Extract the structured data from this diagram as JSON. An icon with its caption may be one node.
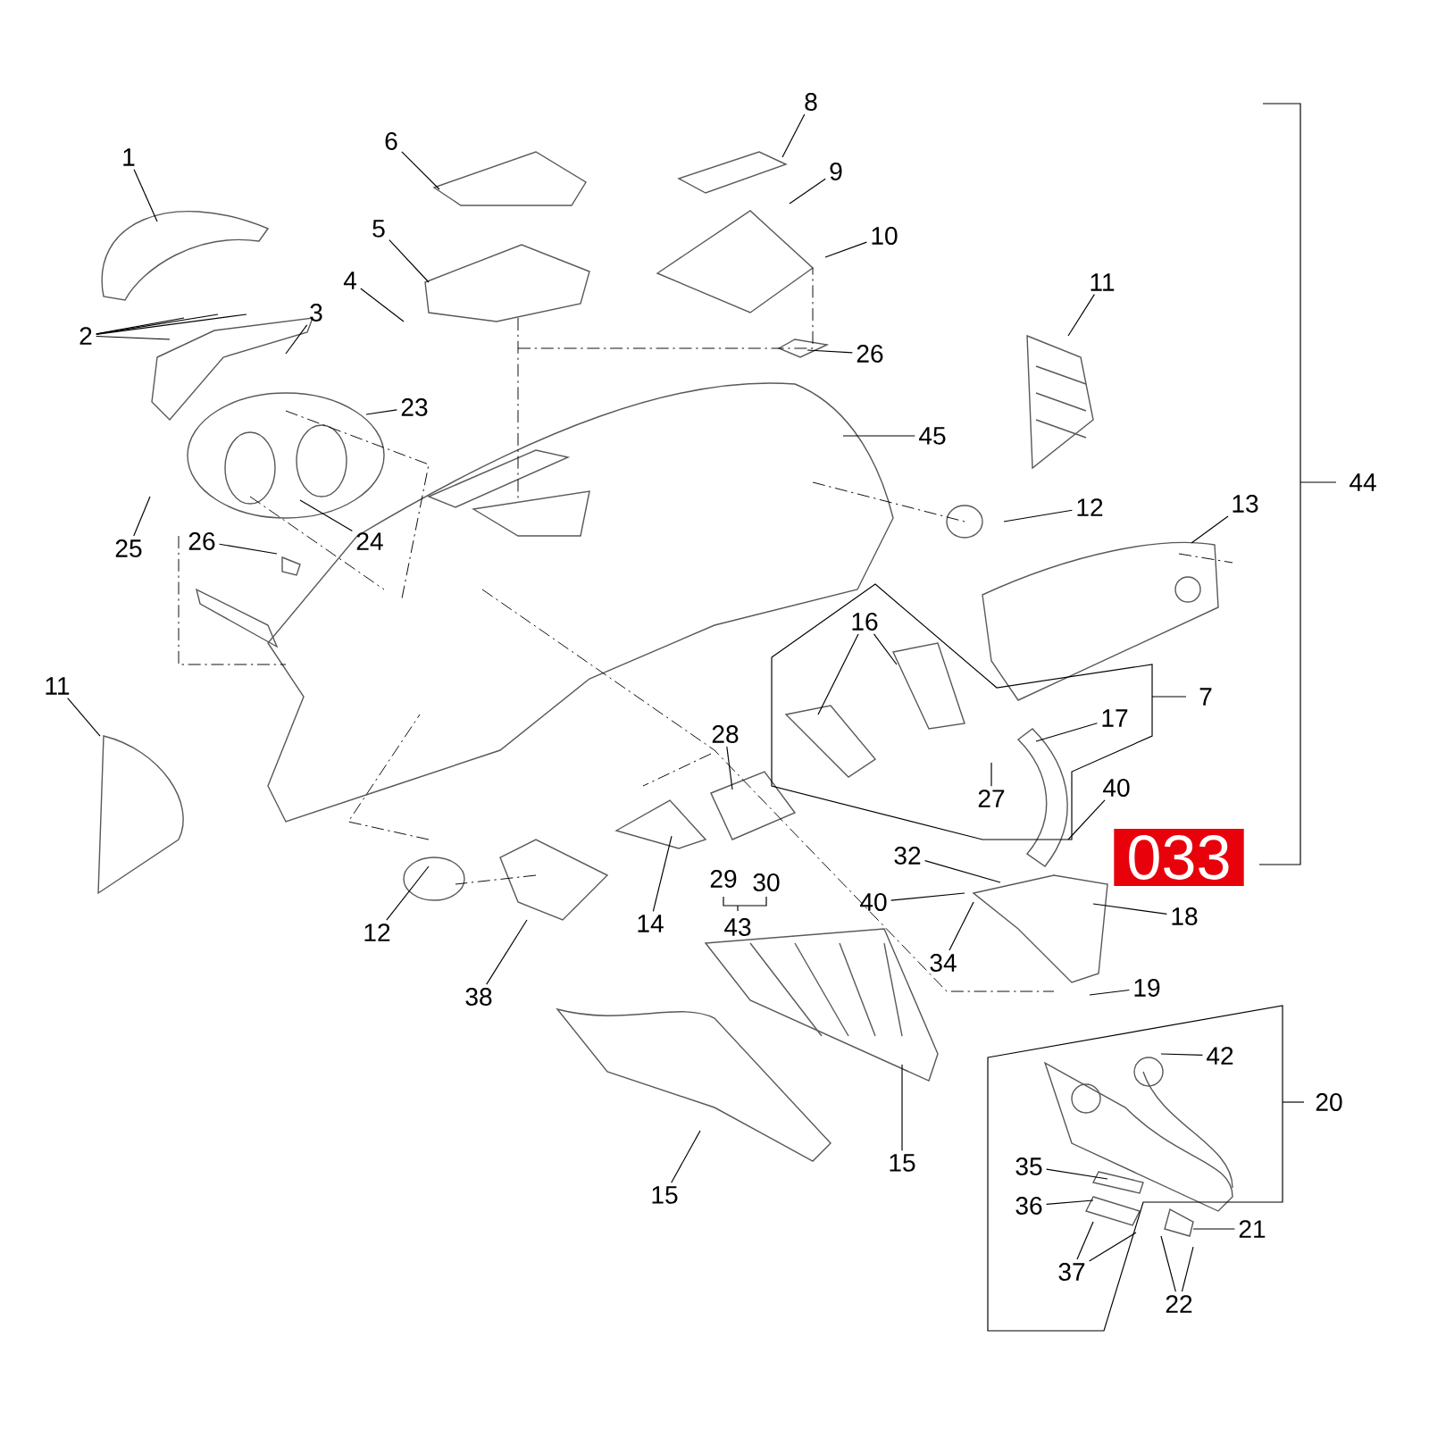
{
  "diagram": {
    "nodes": [
      {
        "text": [
          "1"
        ]
      },
      {
        "text": [
          "2"
        ]
      },
      {
        "text": [
          "3"
        ]
      },
      {
        "text": [
          "4"
        ]
      },
      {
        "text": [
          "5"
        ]
      },
      {
        "text": [
          "6"
        ]
      },
      {
        "text": [
          "8"
        ]
      },
      {
        "text": [
          "9"
        ]
      },
      {
        "text": [
          "10"
        ]
      },
      {
        "text": [
          "26"
        ]
      },
      {
        "text": [
          "23"
        ]
      },
      {
        "text": [
          "45"
        ]
      },
      {
        "text": [
          "11"
        ]
      },
      {
        "text": [
          "25"
        ]
      },
      {
        "text": [
          "24"
        ]
      },
      {
        "text": [
          "26"
        ]
      },
      {
        "text": [
          "12"
        ]
      },
      {
        "text": [
          "13"
        ]
      },
      {
        "text": [
          "16"
        ]
      },
      {
        "text": [
          "17"
        ]
      },
      {
        "text": [
          "28"
        ]
      },
      {
        "text": [
          "40"
        ]
      },
      {
        "text": [
          "27"
        ]
      },
      {
        "text": [
          "32"
        ]
      },
      {
        "text": [
          "40"
        ]
      },
      {
        "text": [
          "18"
        ]
      },
      {
        "text": [
          "34"
        ]
      },
      {
        "text": [
          "19"
        ]
      },
      {
        "text": [
          "12"
        ]
      },
      {
        "text": [
          "14"
        ]
      },
      {
        "text": [
          "38"
        ]
      },
      {
        "text": [
          "15"
        ]
      },
      {
        "text": [
          "15"
        ]
      },
      {
        "text": [
          "42"
        ]
      },
      {
        "text": [
          "35"
        ]
      },
      {
        "text": [
          "36"
        ]
      },
      {
        "text": [
          "21"
        ]
      },
      {
        "text": [
          "37"
        ]
      },
      {
        "text": [
          "22"
        ]
      },
      {
        "text": [
          "11"
        ]
      },
      {
        "text": [
          "033"
        ]
      }
    ],
    "edges": [
      {
        "from": 0,
        "to": null,
        "arrow": "none"
      },
      {
        "from": 1,
        "to": null,
        "arrow": "none"
      },
      {
        "from": 1,
        "to": null,
        "arrow": "none"
      },
      {
        "from": 1,
        "to": null,
        "arrow": "none"
      },
      {
        "from": 1,
        "to": null,
        "arrow": "none"
      },
      {
        "from": 2,
        "to": null,
        "arrow": "none"
      },
      {
        "from": 3,
        "to": null,
        "arrow": "none"
      },
      {
        "from": 4,
        "to": null,
        "arrow": "none"
      },
      {
        "from": 5,
        "to": null,
        "arrow": "none"
      },
      {
        "from": 6,
        "to": null,
        "arrow": "none"
      },
      {
        "from": 7,
        "to": null,
        "arrow": "none"
      },
      {
        "from": 8,
        "to": null,
        "arrow": "none"
      },
      {
        "from": 9,
        "to": null,
        "arrow": "none"
      },
      {
        "from": 10,
        "to": null,
        "arrow": "none"
      },
      {
        "from": 11,
        "to": null,
        "arrow": "none"
      },
      {
        "from": 12,
        "to": null,
        "arrow": "none"
      },
      {
        "from": 13,
        "to": null,
        "arrow": "none"
      },
      {
        "from": 14,
        "to": null,
        "arrow": "none"
      },
      {
        "from": 15,
        "to": null,
        "arrow": "none"
      },
      {
        "from": 16,
        "to": null,
        "arrow": "none"
      },
      {
        "from": 17,
        "to": null,
        "arrow": "none"
      },
      {
        "from": 18,
        "to": null,
        "arrow": "none"
      },
      {
        "from": 18,
        "to": null,
        "arrow": "none"
      },
      {
        "from": 19,
        "to": null,
        "arrow": "none"
      },
      {
        "from": 20,
        "to": null,
        "arrow": "none"
      },
      {
        "from": 21,
        "to": null,
        "arrow": "none"
      },
      {
        "from": 22,
        "to": null,
        "arrow": "none"
      },
      {
        "from": 23,
        "to": null,
        "arrow": "none"
      },
      {
        "from": 24,
        "to": null,
        "arrow": "none"
      },
      {
        "from": 25,
        "to": null,
        "arrow": "none"
      },
      {
        "from": 26,
        "to": null,
        "arrow": "none"
      },
      {
        "from": 27,
        "to": null,
        "arrow": "none"
      },
      {
        "from": 28,
        "to": null,
        "arrow": "none"
      },
      {
        "from": 29,
        "to": null,
        "arrow": "none"
      },
      {
        "from": 30,
        "to": null,
        "arrow": "none"
      },
      {
        "from": 31,
        "to": null,
        "arrow": "none"
      },
      {
        "from": 32,
        "to": null,
        "arrow": "none"
      },
      {
        "from": 33,
        "to": null,
        "arrow": "none"
      },
      {
        "from": 34,
        "to": null,
        "arrow": "none"
      },
      {
        "from": 35,
        "to": null,
        "arrow": "none"
      },
      {
        "from": 36,
        "to": null,
        "arrow": "none"
      },
      {
        "from": 37,
        "to": null,
        "arrow": "none"
      },
      {
        "from": 37,
        "to": null,
        "arrow": "none"
      },
      {
        "from": 38,
        "to": null,
        "arrow": "none"
      },
      {
        "from": 38,
        "to": null,
        "arrow": "none"
      },
      {
        "from": 39,
        "to": null,
        "arrow": "none"
      }
    ],
    "labels": [
      "44",
      "7",
      "29",
      "30",
      "43",
      "20"
    ]
  }
}
